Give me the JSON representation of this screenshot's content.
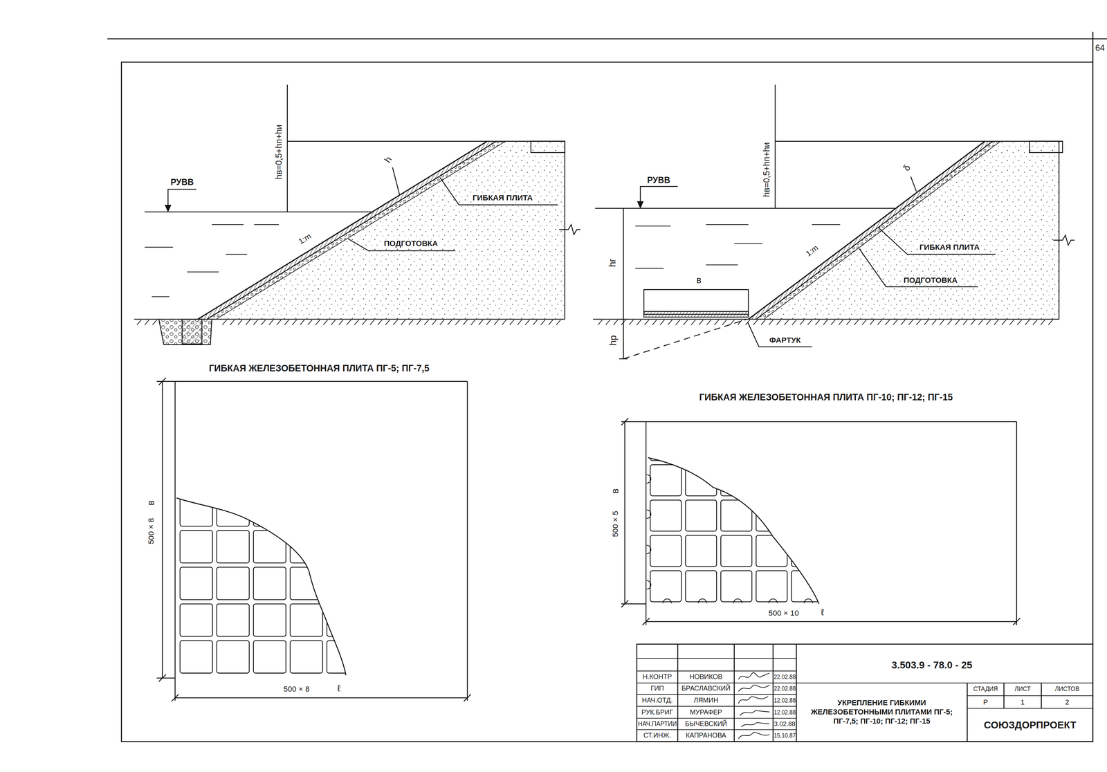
{
  "diagram": {
    "labels": [
      "64",
      "РУВВ",
      "hв=0,5+hп+hи",
      "h",
      "ГИБКАЯ ПЛИТА",
      "1:m",
      "ПОДГОТОВКА",
      "РУВВ",
      "hв=0,5+hп+hи",
      "δ",
      "1:m",
      "ГИБКАЯ ПЛИТА",
      "ПОДГОТОВКА",
      "в",
      "hг",
      "hр",
      "ФАРТУК",
      "ГИБКАЯ ЖЕЛЕЗОБЕТОННАЯ ПЛИТА ПГ-5; ПГ-7,5",
      "500 × 8",
      "в",
      "500 × 8",
      "ℓ",
      "ГИБКАЯ ЖЕЛЕЗОБЕТОННАЯ ПЛИТА ПГ-10; ПГ-12; ПГ-15",
      "500 × 5",
      "в",
      "500 × 10",
      "ℓ",
      "3.503.9 - 78.0 - 25",
      "Н.КОНТР",
      "НОВИКОВ",
      "22.02.88",
      "ГИП",
      "БРАСЛАВСКИЙ",
      "22.02.88",
      "НАЧ.ОТД.",
      "ЛЯМИН",
      "12.02.88",
      "РУК.БРИГ",
      "МУРАФЕР",
      "12.02.88",
      "НАЧ.ПАРТИИ",
      "БЫЧЕВСКИЙ",
      "3.02.88",
      "СТ.ИНЖ.",
      "КАПРАНОВА",
      "15.10.87",
      "УКРЕПЛЕНИЕ ГИБКИМИ ЖЕЛЕЗОБЕТОННЫМИ ПЛИТАМИ ПГ-5; ПГ-7,5; ПГ-10; ПГ-12; ПГ-15",
      "СТАДИЯ",
      "ЛИСТ",
      "ЛИСТОВ",
      "Р",
      "1",
      "2",
      "СОЮЗДОРПРОЕКТ"
    ]
  }
}
